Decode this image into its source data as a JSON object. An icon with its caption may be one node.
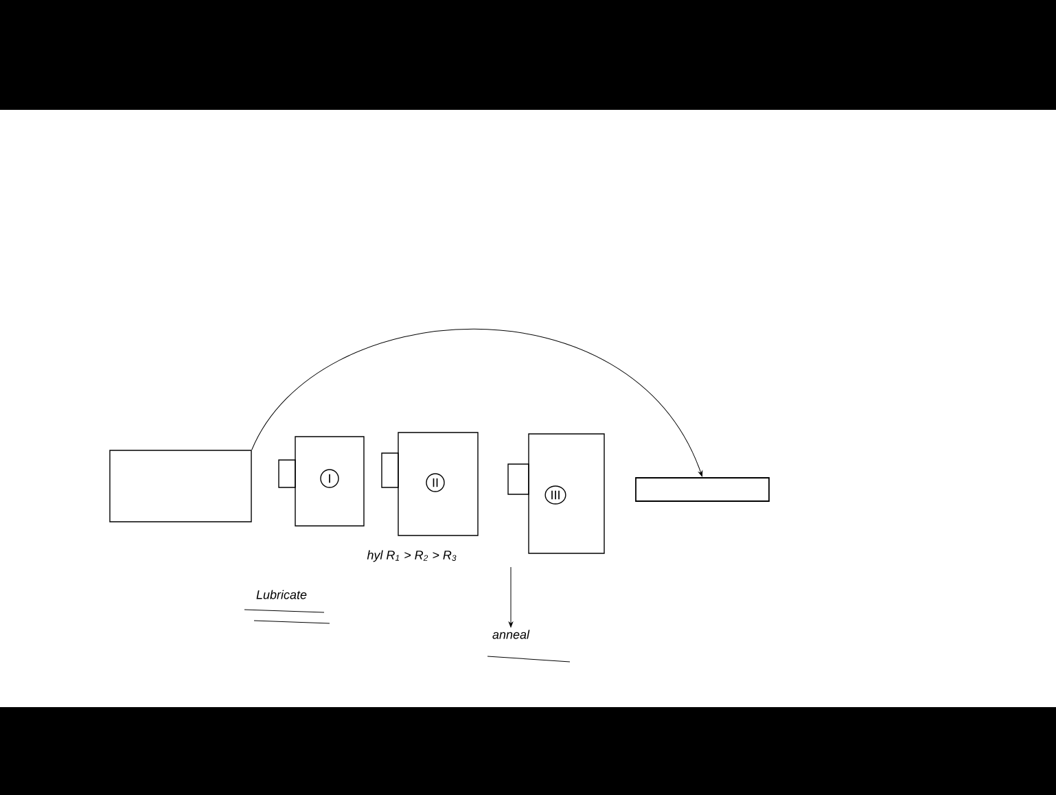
{
  "diagram": {
    "nodes": [
      {
        "text": [],
        "shape": "box"
      },
      {
        "text": [],
        "shape": "box"
      },
      {
        "text": [],
        "shape": "box"
      },
      {
        "text": [
          "I"
        ],
        "in": 2
      },
      {
        "text": [],
        "shape": "box"
      },
      {
        "text": [],
        "shape": "box"
      },
      {
        "text": [
          "II"
        ],
        "in": 5
      },
      {
        "text": [],
        "shape": "box"
      },
      {
        "text": [],
        "shape": "box"
      },
      {
        "text": [
          "III"
        ],
        "in": 8
      },
      {
        "text": [],
        "shape": "bar"
      },
      {
        "text": [
          "anneal"
        ]
      }
    ],
    "edges": [
      {
        "from": 0,
        "to": 10,
        "arrow": "to"
      },
      {
        "from": null,
        "to": 11,
        "arrow": "to"
      }
    ],
    "labels": [
      "hyl R$_{1}$ > R$_{2}$ > R$_{3}$",
      "Lubricate"
    ]
  }
}
